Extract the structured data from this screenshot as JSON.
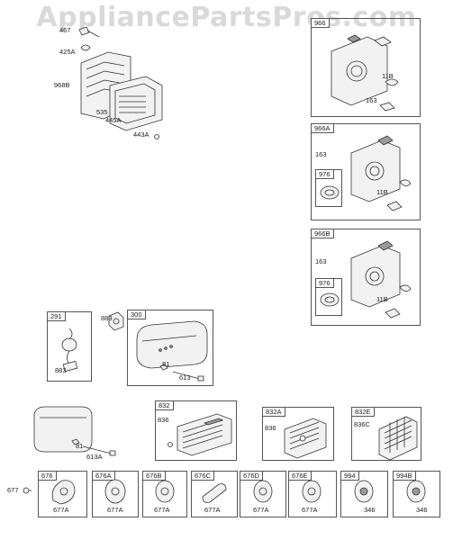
{
  "watermark": "AppliancePartsPros.com",
  "labels": {
    "p467": "467",
    "p425a": "425A",
    "p968b": "968B",
    "p535": "535",
    "p445a": "445A",
    "p443a": "443A",
    "b966_11b": "11B",
    "b966_163": "163",
    "b966a_163": "163",
    "b966a_976": "976",
    "b966a_11b": "11B",
    "b966b_163": "163",
    "b966b_976": "976",
    "b966b_11b": "11B",
    "b291_883": "883",
    "p883": "883",
    "b300_81": "81",
    "b300_613": "613",
    "p81": "81",
    "p613a": "613A",
    "b832_836": "836",
    "b832a_836": "836",
    "b832e_836c": "836C",
    "p677": "677",
    "b676_677a": "677A",
    "b676a_677a": "677A",
    "b676b_677a": "677A",
    "b676c_677a": "677A",
    "b676d_677a": "677A",
    "b676e_677a": "677A",
    "b994_346": "346",
    "b994b_346": "346"
  },
  "boxes": {
    "b966": "966",
    "b966a": "966A",
    "b966b": "966B",
    "b291": "291",
    "b300": "300",
    "b832": "832",
    "b832a": "832A",
    "b832e": "832E",
    "b676": "676",
    "b676a": "676A",
    "b676b": "676B",
    "b676c": "676C",
    "b676d": "676D",
    "b676e": "676E",
    "b994": "994",
    "b994b": "994B"
  }
}
